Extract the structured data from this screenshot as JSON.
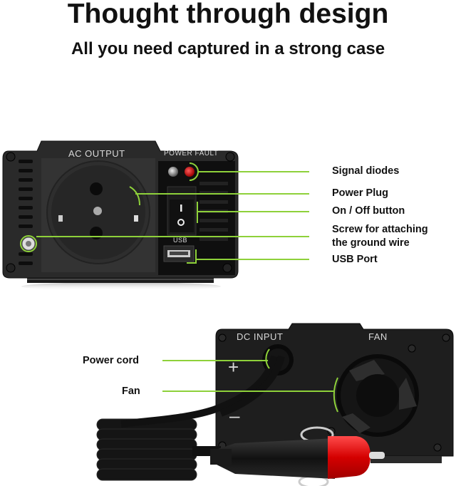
{
  "header": {
    "title": "Thought through design",
    "subtitle": "All you need captured in a strong case"
  },
  "accent_color": "#8ed13a",
  "front_panel": {
    "printed_labels": {
      "ac_output": "AC OUTPUT",
      "power_fault": "POWER FAULT",
      "usb": "USB",
      "switch_on": "I",
      "switch_off": "O"
    },
    "callouts": [
      {
        "label": "Signal diodes"
      },
      {
        "label": "Power Plug"
      },
      {
        "label": "On / Off button"
      },
      {
        "label": "Screw for attaching the ground wire",
        "line1": "Screw for attaching",
        "line2": "the ground wire"
      },
      {
        "label": "USB Port"
      }
    ]
  },
  "back_panel": {
    "printed_labels": {
      "dc_input": "DC INPUT",
      "fan": "FAN",
      "plus": "+",
      "minus": "–"
    },
    "callouts": [
      {
        "label": "Power cord"
      },
      {
        "label": "Fan"
      }
    ]
  }
}
